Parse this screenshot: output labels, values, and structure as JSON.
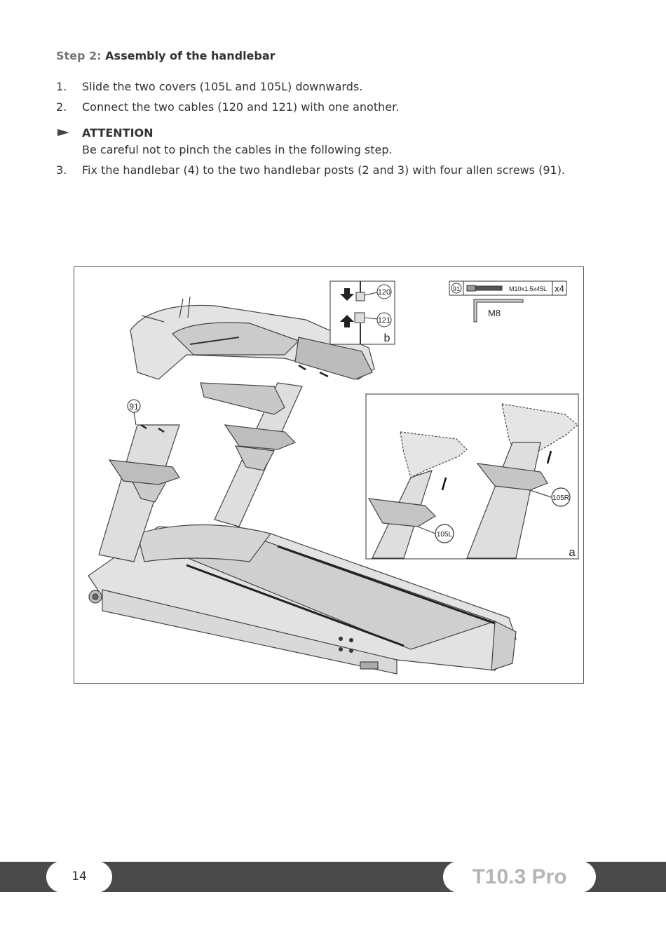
{
  "step": {
    "label": "Step 2:",
    "title": "Assembly of the handlebar"
  },
  "instructions": [
    {
      "num": "1.",
      "text": "Slide the two covers (105L and 105L) downwards."
    },
    {
      "num": "2.",
      "text": "Connect the two cables (120 and 121) with one another."
    },
    {
      "num": "3.",
      "text": "Fix the handlebar (4) to the two handlebar posts (2 and 3) with four allen screws (91)."
    }
  ],
  "attention": {
    "title": "ATTENTION",
    "text": "Be careful not to pinch the cables in the following step."
  },
  "figure": {
    "callouts": {
      "screw": "91",
      "cable_top": "120",
      "cable_bottom": "121",
      "cover_left": "105L",
      "cover_right": "105R"
    },
    "inset_b_label": "b",
    "inset_a_label": "a",
    "parts": {
      "id": "91",
      "spec": "M10x1.5x45L",
      "qty": "x4",
      "tool": "M8"
    }
  },
  "footer": {
    "page": "14",
    "model": "T10.3 Pro"
  },
  "colors": {
    "footer_bar": "#4a4a4a",
    "model_text": "#b5b5b5",
    "text": "#333333"
  }
}
